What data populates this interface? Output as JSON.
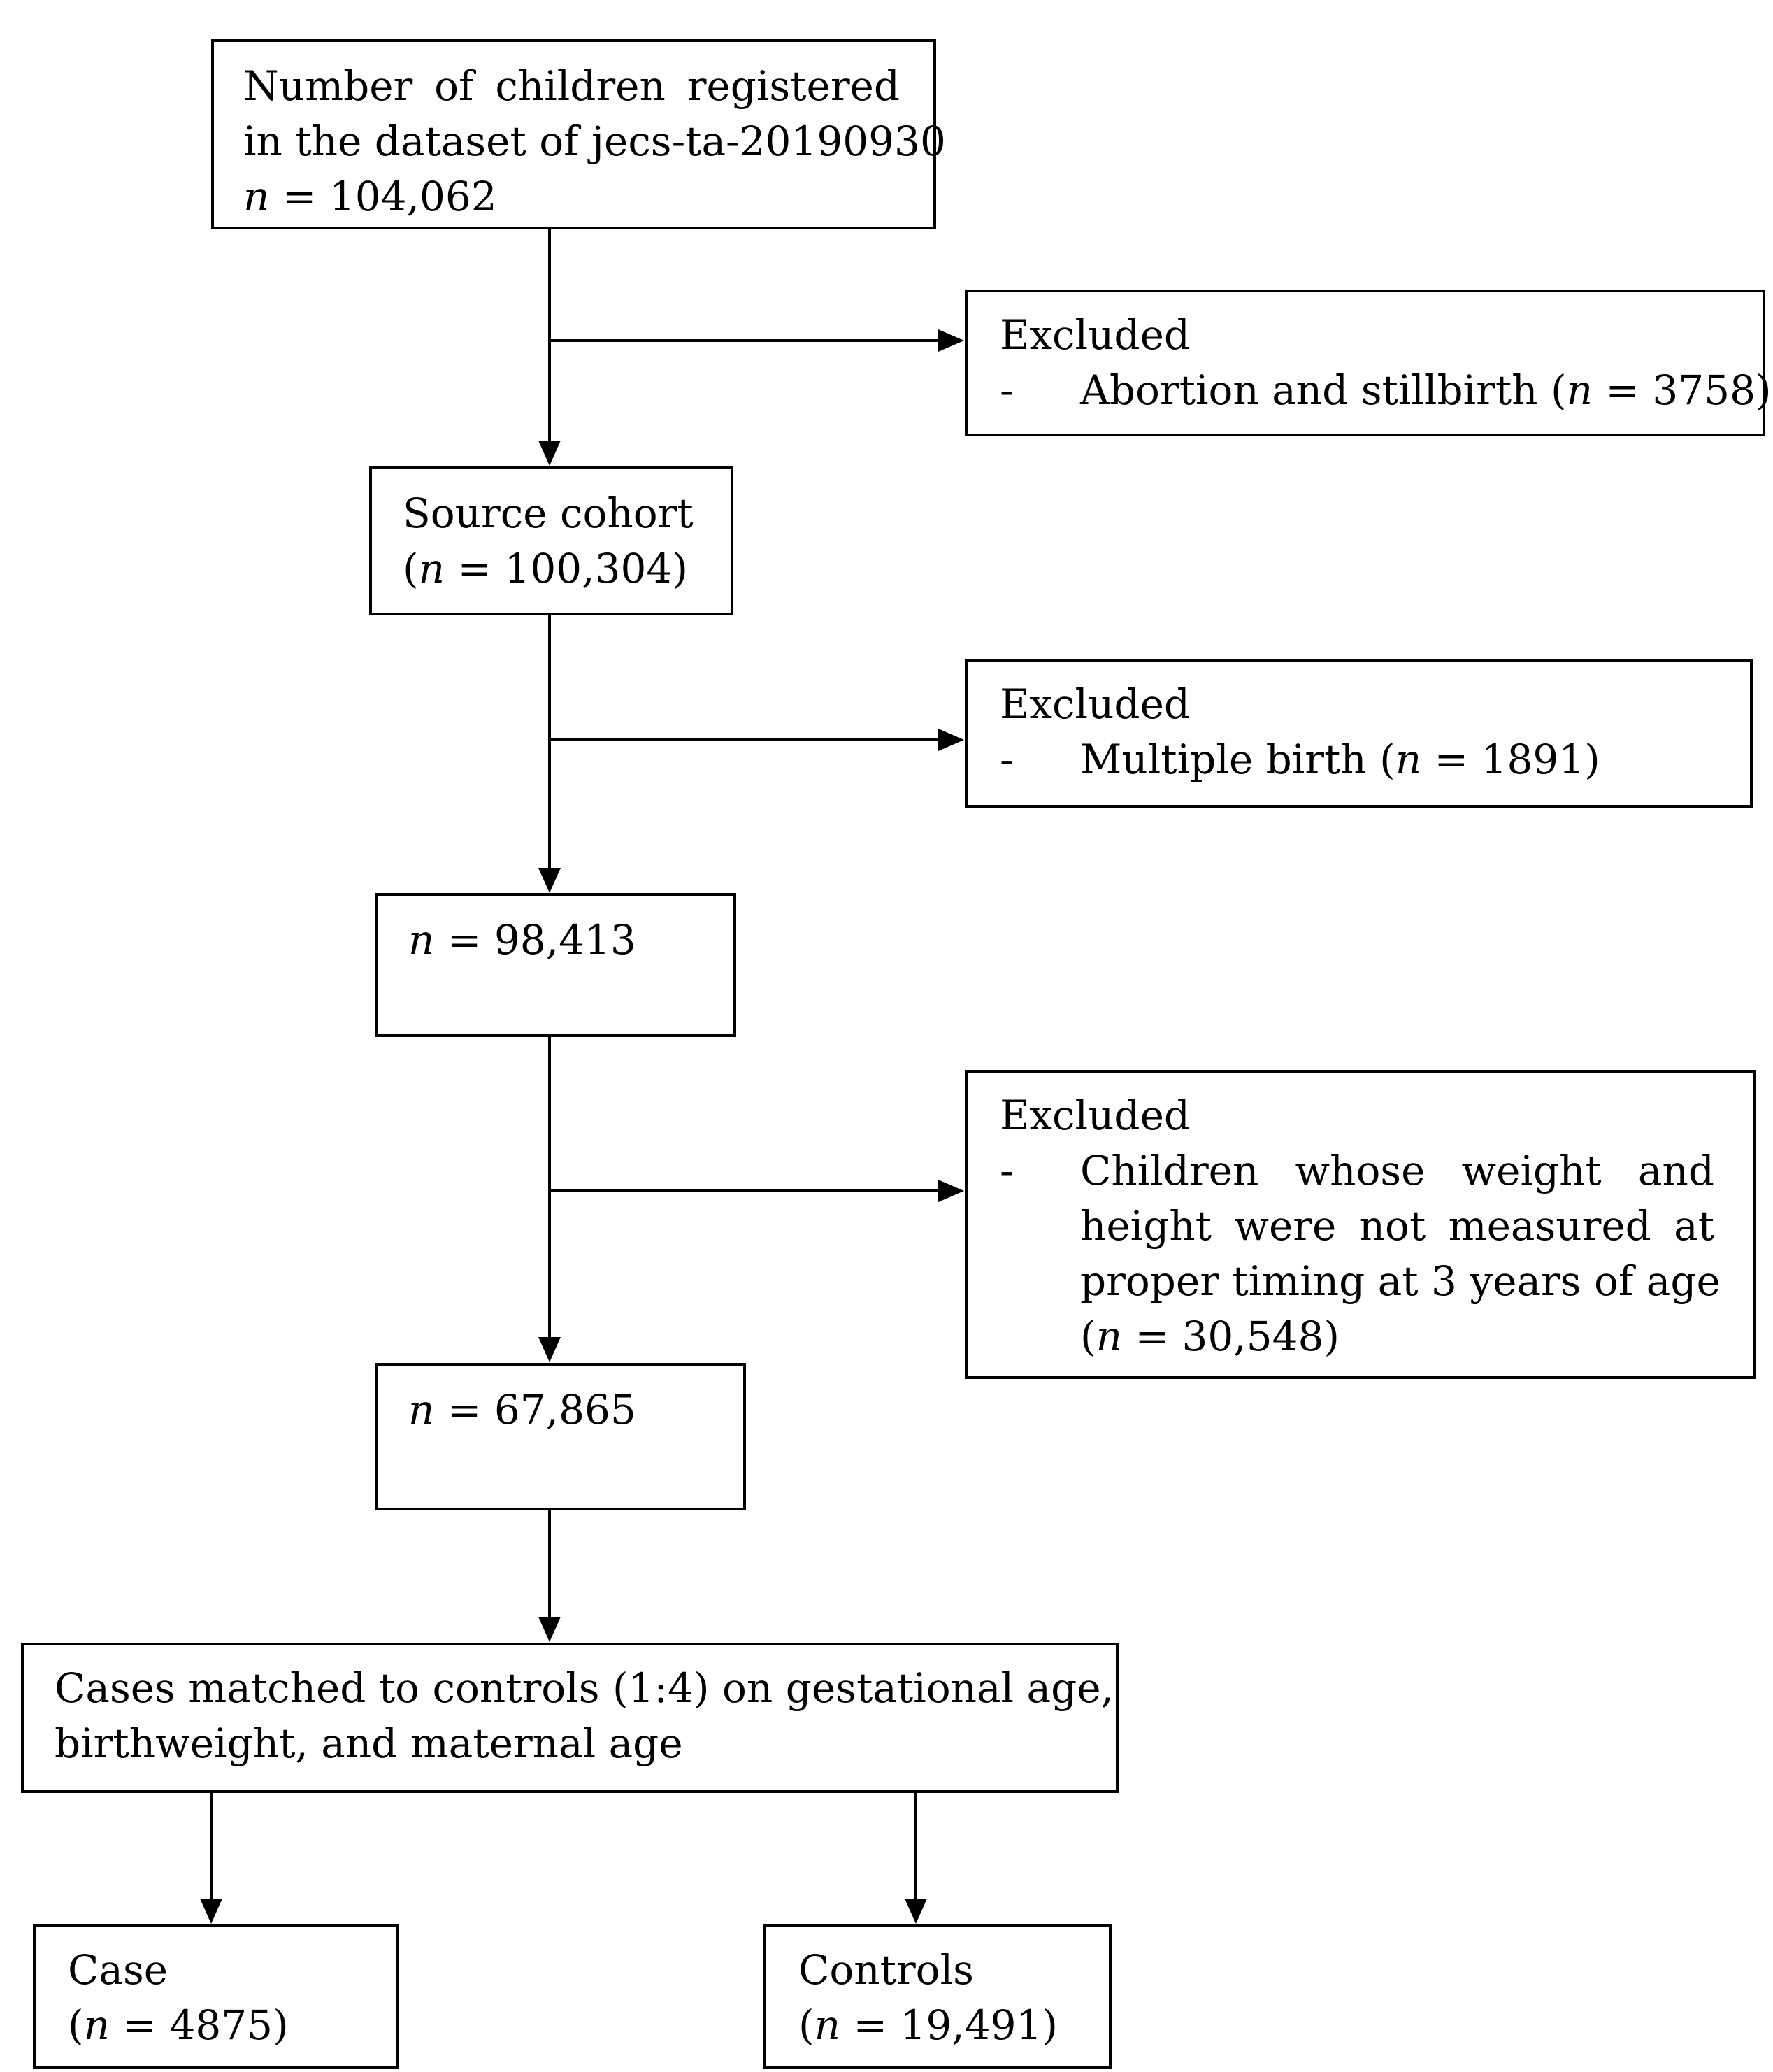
{
  "flowchart": {
    "registered": {
      "line1": "Number of children registered",
      "line2": "in the dataset of jecs-ta-20190930",
      "n_symbol": "n",
      "n_value": "= 104,062"
    },
    "excluded_1": {
      "heading": "Excluded",
      "bullet": "-",
      "reason": "Abortion and stillbirth (",
      "n_symbol": "n",
      "n_value": "= 3758)"
    },
    "source_cohort": {
      "title": "Source cohort",
      "open": "(",
      "n_symbol": "n",
      "n_value": "= 100,304)"
    },
    "excluded_2": {
      "heading": "Excluded",
      "bullet": "-",
      "reason": "Multiple birth (",
      "n_symbol": "n",
      "n_value": "= 1891)"
    },
    "step_98413": {
      "n_symbol": "n",
      "n_value": "= 98,413"
    },
    "excluded_3": {
      "heading": "Excluded",
      "bullet": "-",
      "reason_line1": "Children whose weight and",
      "reason_line2": "height were not measured at",
      "reason_line3": "proper timing at 3 years of age",
      "open": "(",
      "n_symbol": "n",
      "n_value": "= 30,548)"
    },
    "step_67865": {
      "n_symbol": "n",
      "n_value": "= 67,865"
    },
    "matched": {
      "line1": "Cases matched to controls (1:4) on gestational age,",
      "line2": "birthweight, and maternal age"
    },
    "case": {
      "title": "Case",
      "open": "(",
      "n_symbol": "n",
      "n_value": "= 4875)"
    },
    "controls": {
      "title": "Controls",
      "open": "(",
      "n_symbol": "n",
      "n_value": "= 19,491)"
    }
  }
}
